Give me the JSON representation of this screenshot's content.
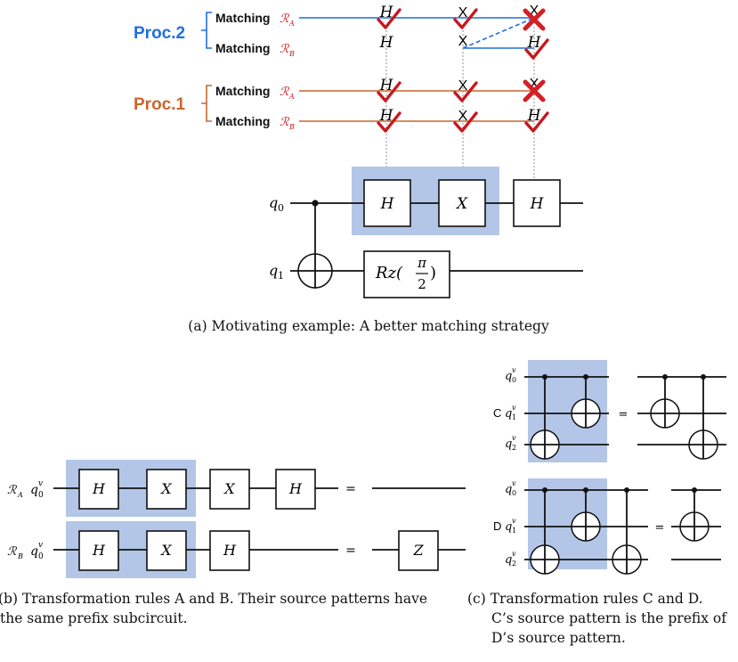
{
  "colors": {
    "blue": "#1f6fe0",
    "orange": "#c9672c",
    "red": "#c8171e",
    "highlight": "#b3c6e7"
  },
  "procs": {
    "proc2": {
      "label": "Proc.2",
      "match_a": "Matching",
      "match_b": "Matching"
    },
    "proc1": {
      "label": "Proc.1",
      "match_a": "Matching",
      "match_b": "Matching"
    },
    "rule_a": "ℛ",
    "rule_a_sub": "A",
    "rule_b": "ℛ",
    "rule_b_sub": "B"
  },
  "gates": {
    "h": "H",
    "x": "X",
    "z": "Z",
    "rz": "Rz(",
    "rz_num": "π",
    "rz_den": "2",
    "rz_close": ")"
  },
  "circuit_a": {
    "q0": "q",
    "q0_sub": "0",
    "q1": "q",
    "q1_sub": "1"
  },
  "rules_ab": {
    "a_label": "ℛ",
    "a_sub": "A",
    "b_label": "ℛ",
    "b_sub": "B",
    "qv": "q",
    "qv_sub": "0",
    "qv_sup": "v",
    "eq": "="
  },
  "rules_cd": {
    "c_label": "C",
    "d_label": "D",
    "qv": "q",
    "sup": "v",
    "subs": [
      "0",
      "1",
      "2"
    ],
    "eq": "="
  },
  "captions": {
    "a": "(a)  Motivating example: A better matching strategy",
    "b_line1": "(b)  Transformation rules A and B. Their source patterns have",
    "b_line2": "the same prefix subcircuit.",
    "c_line1": "(c)  Transformation rules C and D.",
    "c_line2": "C’s source pattern is the prefix of",
    "c_line3": "D’s source pattern."
  }
}
